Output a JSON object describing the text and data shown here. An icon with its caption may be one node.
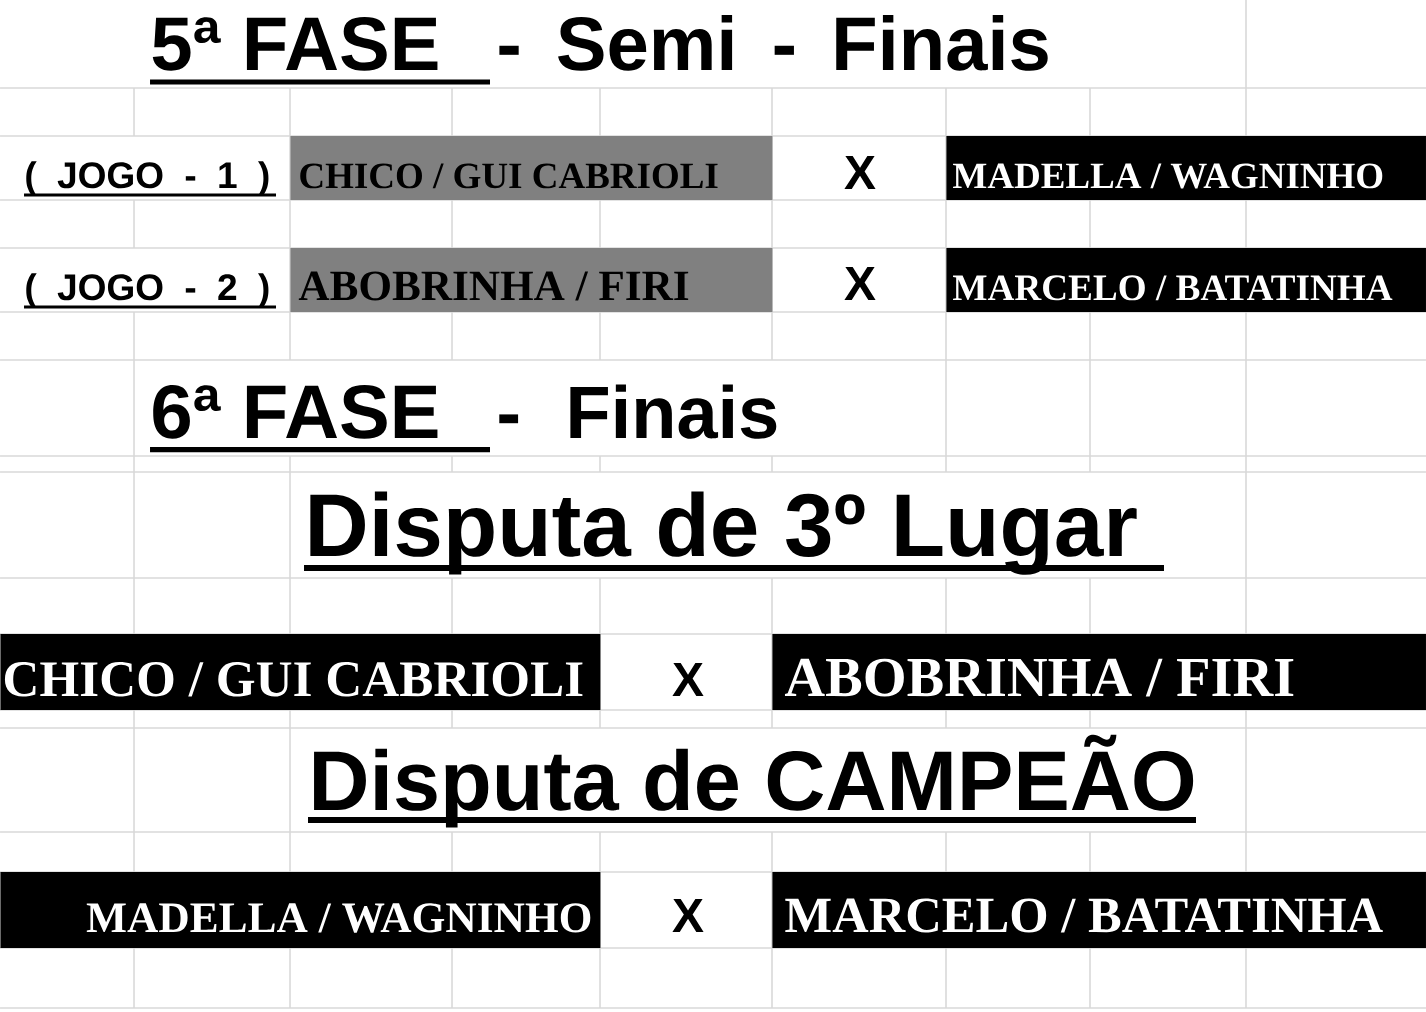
{
  "diagram": {
    "nodes": [
      {
        "text": [
          "CHICO / GUI CABRIOLI"
        ]
      },
      {
        "text": [
          "MADELLA / WAGNINHO"
        ]
      },
      {
        "text": [
          "ABOBRINHA / FIRI"
        ]
      },
      {
        "text": [
          "MARCELO / BATATINHA"
        ]
      },
      {
        "text": [
          "CHICO / GUI CABRIOLI"
        ]
      },
      {
        "text": [
          "ABOBRINHA / FIRI"
        ]
      },
      {
        "text": [
          "MADELLA / WAGNINHO"
        ]
      },
      {
        "text": [
          "MARCELO / BATATINHA"
        ]
      }
    ],
    "labels": [
      "5ª FASE",
      "- Semi - Finais",
      "( JOGO - 1 )",
      "X",
      "( JOGO - 2 )",
      "X",
      "6ª FASE",
      "- Finais",
      "Disputa de 3º Lugar",
      "X",
      "Disputa de CAMPEÃO",
      "X"
    ]
  }
}
